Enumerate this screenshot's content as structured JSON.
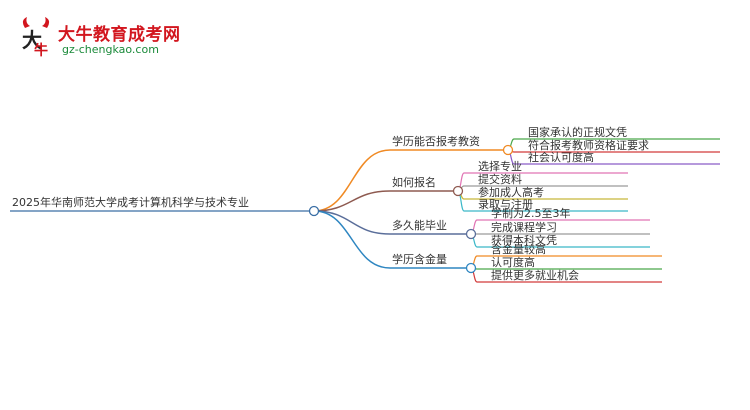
{
  "logo": {
    "title": "大牛教育成考网",
    "subtitle": "gz-chengkao.com",
    "icon_name": "bull-logo-icon"
  },
  "root": {
    "label": "2025年华南师范大学成考计算机科学与技术专业"
  },
  "branches": [
    {
      "label": "学历能否报考教资",
      "color": "#f08a24",
      "leaves": [
        {
          "label": "国家承认的正规文凭",
          "color": "#4aa84a"
        },
        {
          "label": "符合报考教师资格证要求",
          "color": "#d23a3a"
        },
        {
          "label": "社会认可度高",
          "color": "#8a5cc8"
        }
      ]
    },
    {
      "label": "如何报名",
      "color": "#8e5a50",
      "leaves": [
        {
          "label": "选择专业",
          "color": "#e073b3"
        },
        {
          "label": "提交资料",
          "color": "#9a9a9a"
        },
        {
          "label": "参加成人高考",
          "color": "#c8b83a"
        },
        {
          "label": "录取与注册",
          "color": "#3ab8c8"
        }
      ]
    },
    {
      "label": "多久能毕业",
      "color": "#5a6e9a",
      "leaves": [
        {
          "label": "学制为2.5至3年",
          "color": "#e073b3"
        },
        {
          "label": "完成课程学习",
          "color": "#9a9a9a"
        },
        {
          "label": "获得本科文凭",
          "color": "#3ab8c8"
        }
      ]
    },
    {
      "label": "学历含金量",
      "color": "#2e86c1",
      "leaves": [
        {
          "label": "含金量较高",
          "color": "#f08a24"
        },
        {
          "label": "认可度高",
          "color": "#4aa84a"
        },
        {
          "label": "提供更多就业机会",
          "color": "#d23a3a"
        }
      ]
    }
  ]
}
